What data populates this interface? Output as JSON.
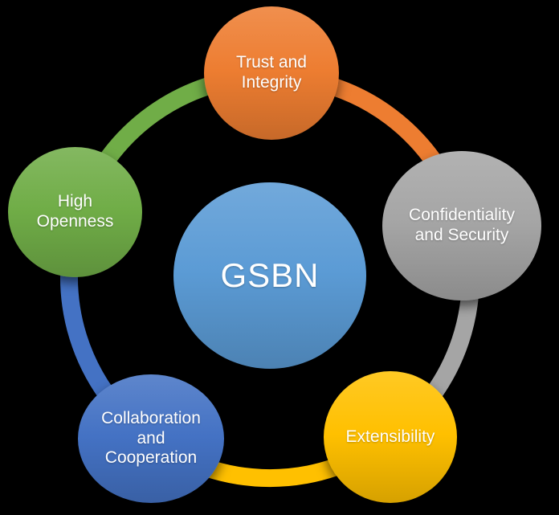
{
  "diagram": {
    "type": "cycle",
    "background_color": "#000000",
    "text_color": "#FFFFFF"
  },
  "center": {
    "id": "gsbn",
    "label": "GSBN",
    "color": "#5B9BD5"
  },
  "nodes": [
    {
      "id": "trust-and-integrity",
      "label": "Trust and\nIntegrity",
      "color": "#ED7D31",
      "position": "top"
    },
    {
      "id": "confidentiality-and-security",
      "label": "Confidentiality\nand Security",
      "color": "#A5A5A5",
      "position": "right"
    },
    {
      "id": "extensibility",
      "label": "Extensibility",
      "color": "#FFC000",
      "position": "bottom-right"
    },
    {
      "id": "collaboration-and-cooperation",
      "label": "Collaboration\nand\nCooperation",
      "color": "#4472C4",
      "position": "bottom-left"
    },
    {
      "id": "high-openness",
      "label": "High\nOpenness",
      "color": "#70AD47",
      "position": "left"
    }
  ]
}
